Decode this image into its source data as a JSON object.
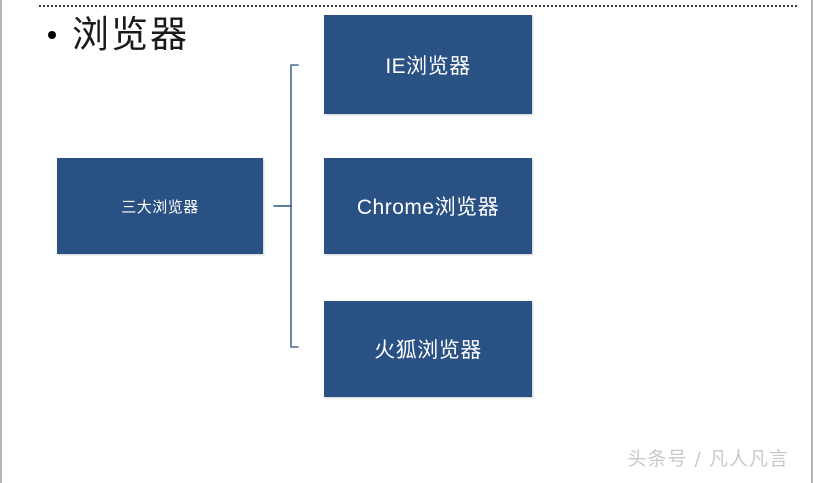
{
  "slide": {
    "title": "浏览器",
    "bullet_glyph": "•",
    "accent_color": "#2a5183",
    "background_color": "#ffffff",
    "rule_color": "#3a3a3a",
    "connector_color": "#2a5183",
    "watermark": "头条号 / 凡人凡言"
  },
  "diagram": {
    "root": {
      "label": "三大浏览器"
    },
    "branches": [
      {
        "label": "IE浏览器"
      },
      {
        "label": "Chrome浏览器"
      },
      {
        "label": "火狐浏览器"
      }
    ]
  }
}
